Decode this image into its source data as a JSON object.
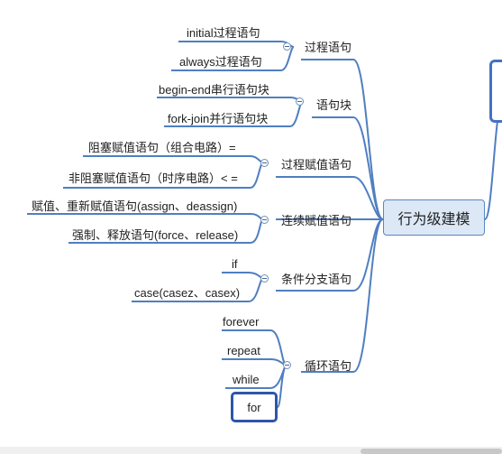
{
  "root": {
    "label": "行为级建模"
  },
  "branches": [
    {
      "label": "过程语句",
      "children": [
        "initial过程语句",
        "always过程语句"
      ]
    },
    {
      "label": "语句块",
      "children": [
        "begin-end串行语句块",
        "fork-join并行语句块"
      ]
    },
    {
      "label": "过程赋值语句",
      "children": [
        "阻塞赋值语句（组合电路）=",
        "非阻塞赋值语句（时序电路）< ="
      ]
    },
    {
      "label": "连续赋值语句",
      "children": [
        "赋值、重新赋值语句(assign、deassign)",
        "强制、释放语句(force、release)"
      ]
    },
    {
      "label": "条件分支语句",
      "children": [
        "if",
        "case(casez、casex)"
      ]
    },
    {
      "label": "循环语句",
      "children": [
        "forever",
        "repeat",
        "while",
        "for"
      ]
    }
  ],
  "colors": {
    "line": "#4f7fc0",
    "node_border": "#5a86c0",
    "node_fill": "#dce8f6",
    "selected": "#2f55a8"
  }
}
